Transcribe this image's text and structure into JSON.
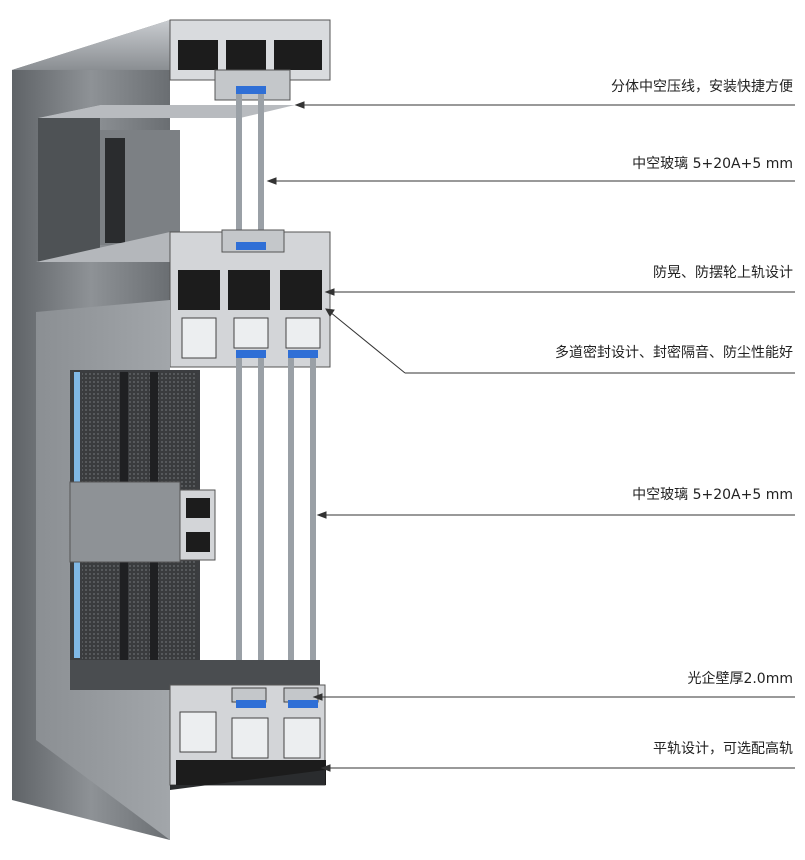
{
  "annotations": [
    {
      "id": "a1",
      "text": "分体中空压线，安装快捷方便"
    },
    {
      "id": "a2",
      "text": "中空玻璃 5+20A+5 mm"
    },
    {
      "id": "a3",
      "text": "防晃、防摆轮上轨设计"
    },
    {
      "id": "a4",
      "text": "多道密封设计、封密隔音、防尘性能好"
    },
    {
      "id": "a5",
      "text": "中空玻璃 5+20A+5 mm"
    },
    {
      "id": "a6",
      "text": "光企壁厚2.0mm"
    },
    {
      "id": "a7",
      "text": "平轨设计，可选配高轨"
    }
  ],
  "colors": {
    "frame_dark": "#6e7276",
    "frame_light": "#a9adb1",
    "frame_mid": "#8d9195",
    "profile_black": "#1c1c1c",
    "gasket_blue": "#2f6fd6",
    "glass_edge": "#7fb8e6",
    "screen_mesh": "#3a3a3a",
    "leader_line": "#333333"
  }
}
